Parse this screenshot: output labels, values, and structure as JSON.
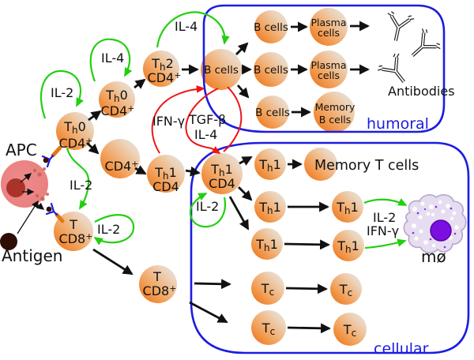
{
  "labels": {
    "apc": "APC",
    "antigen": "Antigen",
    "antibodies": "Antibodies",
    "humoral": "humoral",
    "cellular": "cellular",
    "mac": "mø",
    "memory_t": "Memory T cells"
  },
  "cells": {
    "t": "T",
    "h": "h",
    "c": "c",
    "n0": "0",
    "n1": "1",
    "n2": "2",
    "cd4": "CD4",
    "cd8": "CD8",
    "plus": "+",
    "b": "B cells",
    "plasma1": "Plasma",
    "plasma2": "cells",
    "memb1": "Memory",
    "memb2": "B cells"
  },
  "cytokines": {
    "il2": "IL-2",
    "il4": "IL-4",
    "ifng": "IFN-γ",
    "tgfb": "TGF-β"
  },
  "colors": {
    "box_blue": "#1c1ce0",
    "green_arrow": "#22cf10",
    "red_arrow": "#ee1515",
    "cell_orange": "#ec6c0c",
    "apc_pink": "#ec8383",
    "mac_nucleus": "#7a0fe0"
  }
}
